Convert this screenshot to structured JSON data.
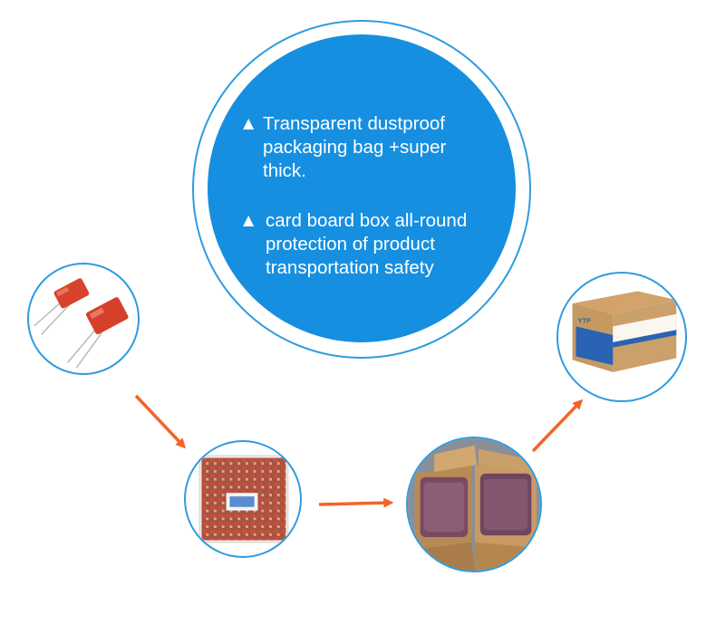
{
  "bullets": [
    {
      "mark": "▲",
      "text": "Transparent dustproof\npackaging bag +super\nthick."
    },
    {
      "mark": "▲",
      "text": "card board box all-round\nprotection of product\ntransportation safety"
    }
  ],
  "colors": {
    "circle_fill": "#168fe0",
    "circle_ring": "#2e9be0",
    "arrow": "#f3642a",
    "capacitor": "#d8432c",
    "cardboard": "#c49a62"
  },
  "steps": [
    {
      "icon": "capacitor-photo"
    },
    {
      "icon": "bagged-capacitors-photo"
    },
    {
      "icon": "open-box-with-bags-photo"
    },
    {
      "icon": "sealed-carton-photo"
    }
  ],
  "carton": {
    "brand": "YTF"
  }
}
